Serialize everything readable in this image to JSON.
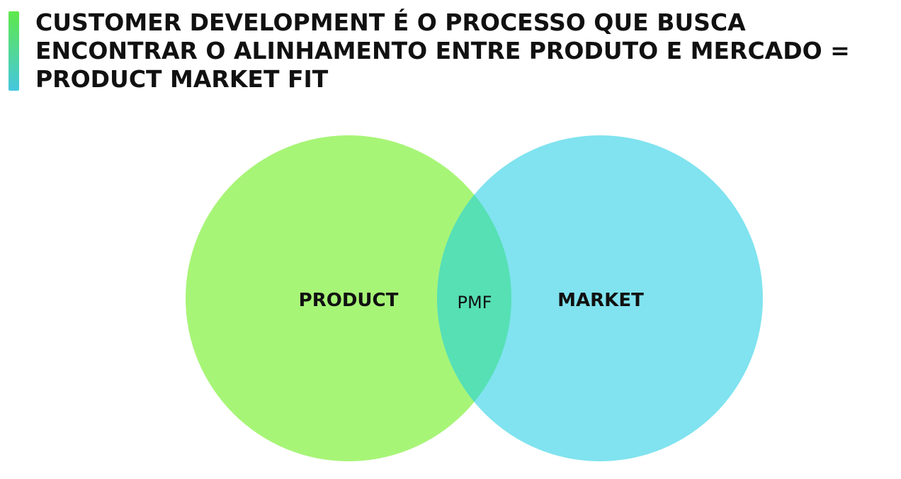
{
  "slide": {
    "title": "CUSTOMER DEVELOPMENT É O PROCESSO QUE BUSCA ENCONTRAR O ALINHAMENTO ENTRE PRODUTO E MERCADO = PRODUCT MARKET FIT",
    "accent_gradient": [
      "#5ee84a",
      "#45c7e0"
    ]
  },
  "venn": {
    "left": {
      "label": "PRODUCT",
      "color": "#a7f577"
    },
    "right": {
      "label": "MARKET",
      "color": "#80e3ef"
    },
    "overlap": {
      "label": "PMF",
      "color": "#56e0b4"
    },
    "text_color": "#111111"
  }
}
